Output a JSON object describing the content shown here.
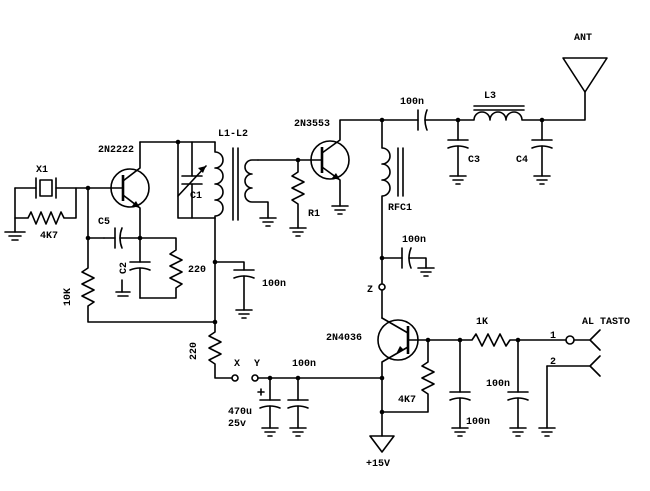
{
  "labels": {
    "x1": "X1",
    "r_4k7_left": "4K7",
    "q1": "2N2222",
    "c1": "C1",
    "l1l2": "L1-L2",
    "q2": "2N3553",
    "r1": "R1",
    "c5": "C5",
    "c2": "C2",
    "r_220_a": "220",
    "c_100n_a": "100n",
    "r_10k": "10K",
    "r_220_b": "220",
    "ant": "ANT",
    "c_100n_top": "100n",
    "l3": "L3",
    "c3": "C3",
    "c4": "C4",
    "rfc1": "RFC1",
    "c_100n_rfc": "100n",
    "z": "Z",
    "q3": "2N4036",
    "r_1k": "1K",
    "al_tasto": "AL TASTO",
    "pin1": "1",
    "pin2": "2",
    "x": "X",
    "y": "Y",
    "c_100n_xy": "100n",
    "c_470u": "470u",
    "v25": "25v",
    "r_4k7_right": "4K7",
    "c_100n_q3": "100n",
    "c_100n_out": "100n",
    "supply": "+15V"
  }
}
